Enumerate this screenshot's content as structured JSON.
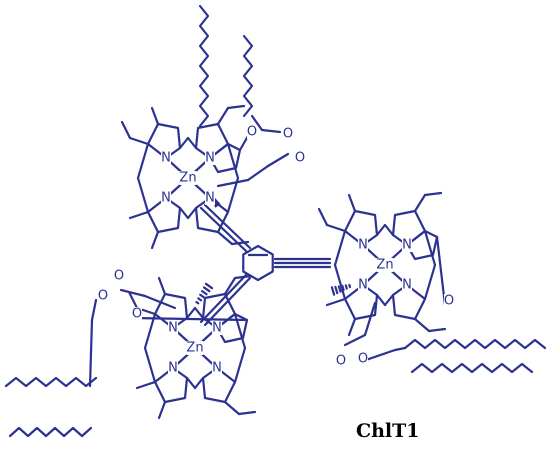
{
  "figure": {
    "compound_label": "ChlT1",
    "atom_labels": {
      "nitrogen": "N",
      "zinc": "Zn",
      "oxygen": "O"
    },
    "colors": {
      "structure": "#2b3290",
      "label": "#000000",
      "background": "#ffffff"
    }
  }
}
